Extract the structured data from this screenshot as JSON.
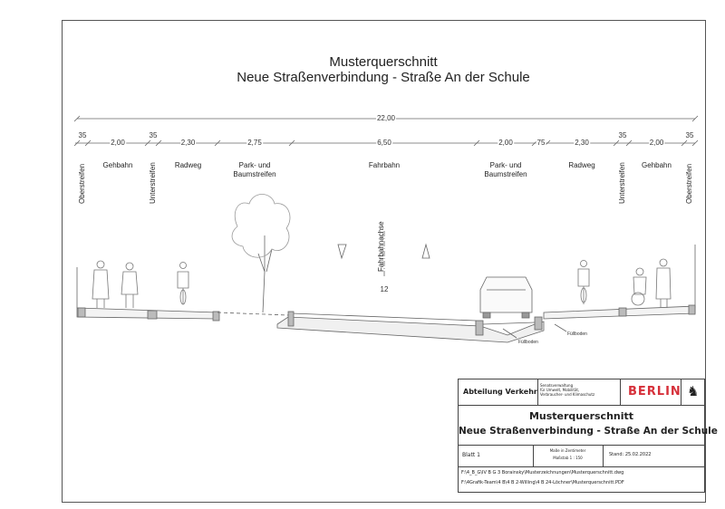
{
  "drawing": {
    "title": "Musterquerschnitt",
    "subtitle": "Neue Straßenverbindung - Straße An der Schule",
    "total_width": "22,00",
    "segments": [
      {
        "dim": "35",
        "label": "Oberstreifen",
        "vertical": true
      },
      {
        "dim": "2,00",
        "label": "Gehbahn"
      },
      {
        "dim": "35",
        "label": "Unterstreifen",
        "vertical": true
      },
      {
        "dim": "2,30",
        "label": "Radweg"
      },
      {
        "dim": "2,75",
        "label": "Park- und Baumstreifen"
      },
      {
        "dim": "6,50",
        "label": "Fahrbahn"
      },
      {
        "dim": "2,00",
        "label": "Park- und Baumstreifen"
      },
      {
        "dim": "75",
        "label": ""
      },
      {
        "dim": "2,30",
        "label": "Radweg"
      },
      {
        "dim": "35",
        "label": "Unterstreifen",
        "vertical": true
      },
      {
        "dim": "2,00",
        "label": "Gehbahn"
      },
      {
        "dim": "35",
        "label": "Oberstreifen",
        "vertical": true
      }
    ],
    "axis_label": "Fahrbahnachse",
    "axis_dim": "12",
    "fill_label": "Füllboden"
  },
  "title_block": {
    "department": "Abteilung Verkehr",
    "authority": [
      "Senatsverwaltung",
      "für Umwelt, Mobilität,",
      "Verbraucher- und Klimaschutz"
    ],
    "logo_text": "BERLIN",
    "title": "Musterquerschnitt",
    "subtitle": "Neue Straßenverbindung - Straße An der Schule",
    "sheet": "Blatt  1",
    "units": "Maße in Zentimeter",
    "scale": "Maßstab 1 : 150",
    "date": "Stand:  25.02.2022",
    "path_dwg": "F:\\4_B_G\\IV B G 3 Borainsky\\Musterzeichnungen\\Musterquerschnitt.dwg",
    "path_pdf": "F:\\4Grafik-Team\\4 B\\4 B 2-Willing\\4 B 24-Löchner\\Musterquerschnitt.PDF"
  },
  "colors": {
    "logo": "#d6303a",
    "line": "#444444"
  }
}
